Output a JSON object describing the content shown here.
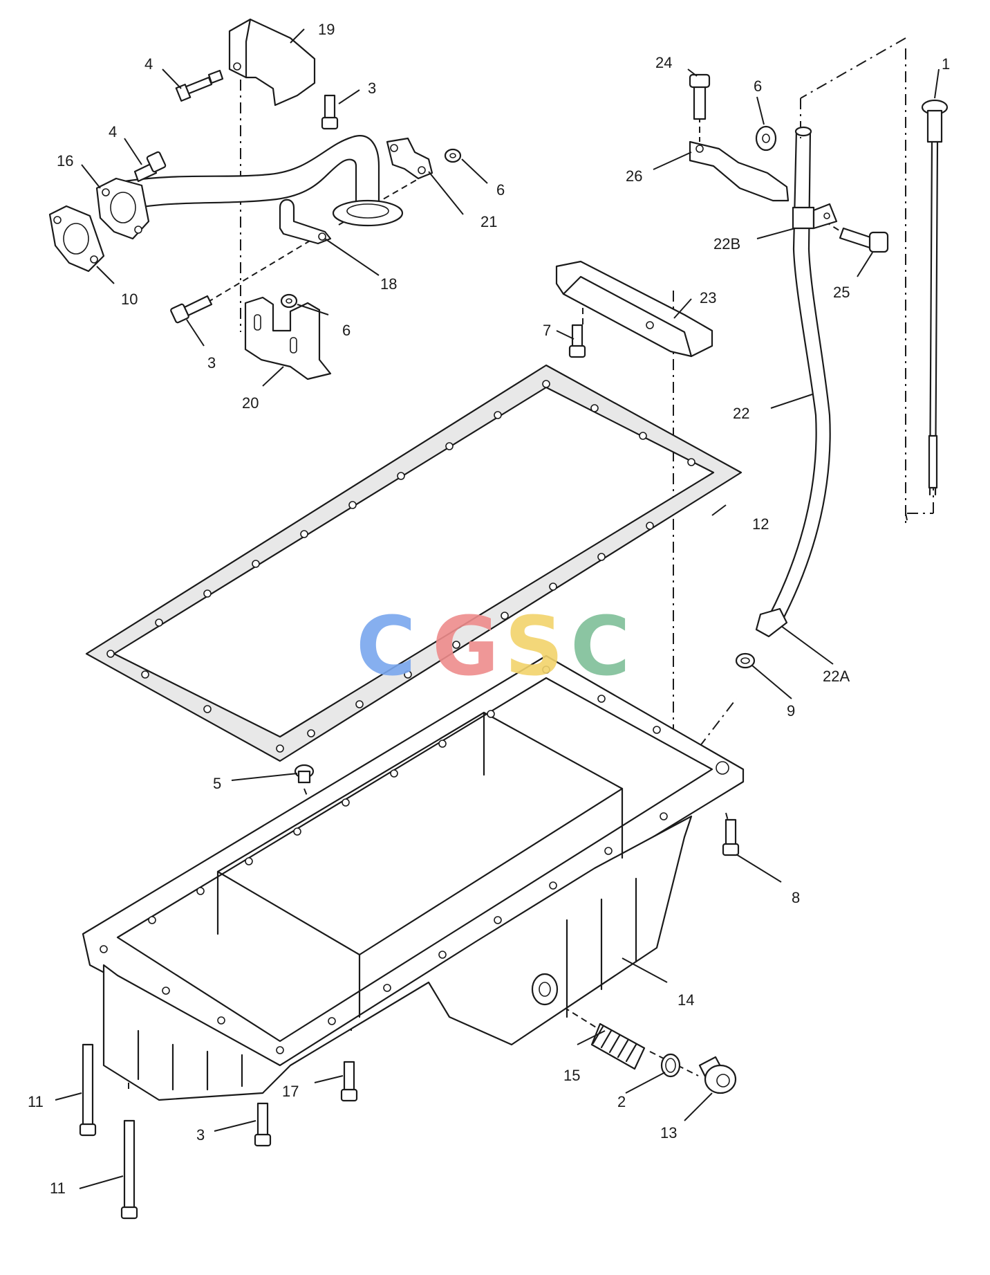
{
  "watermark": {
    "letters": [
      {
        "char": "C",
        "color": "#7aa7ee"
      },
      {
        "char": "G",
        "color": "#ee8c8c"
      },
      {
        "char": "S",
        "color": "#f2d36b"
      },
      {
        "char": "C",
        "color": "#7fbf98"
      }
    ]
  },
  "callouts": {
    "c1": "1",
    "c2": "2",
    "c3a": "3",
    "c3b": "3",
    "c3c": "3",
    "c4a": "4",
    "c4b": "4",
    "c5": "5",
    "c6a": "6",
    "c6b": "6",
    "c6c": "6",
    "c7": "7",
    "c8": "8",
    "c9": "9",
    "c10": "10",
    "c11a": "11",
    "c11b": "11",
    "c12": "12",
    "c13": "13",
    "c14": "14",
    "c15": "15",
    "c16": "16",
    "c17": "17",
    "c18": "18",
    "c19": "19",
    "c20": "20",
    "c21": "21",
    "c22": "22",
    "c22a": "22A",
    "c22b": "22B",
    "c23": "23",
    "c24": "24",
    "c25": "25",
    "c26": "26"
  }
}
